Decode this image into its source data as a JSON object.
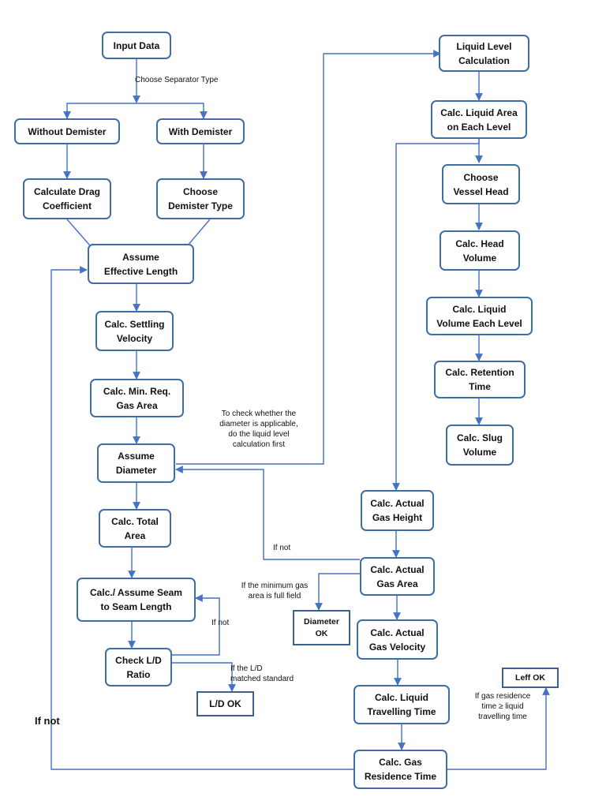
{
  "colors": {
    "line": "#4472c4",
    "border": "#3f6ea6",
    "text": "#111111"
  },
  "nodes": {
    "input_data": "Input Data",
    "without_demister": "Without Demister",
    "with_demister": "With Demister",
    "calc_drag": "Calculate Drag\nCoefficient",
    "choose_demister": "Choose\nDemister Type",
    "assume_length": "Assume\nEffective Length",
    "settling_velocity": "Calc. Settling\nVelocity",
    "min_gas_area": "Calc. Min. Req.\nGas Area",
    "assume_diameter": "Assume\nDiameter",
    "total_area": "Calc. Total\nArea",
    "seam_length": "Calc./ Assume Seam\nto Seam Length",
    "check_ld": "Check L/D\nRatio",
    "ld_ok": "L/D OK",
    "liquid_level": "Liquid Level\nCalculation",
    "liquid_area": "Calc. Liquid Area\non Each Level",
    "vessel_head": "Choose\nVessel Head",
    "head_volume": "Calc. Head\nVolume",
    "liquid_volume": "Calc. Liquid\nVolume Each Level",
    "retention_time": "Calc. Retention\nTime",
    "slug_volume": "Calc. Slug\nVolume",
    "gas_height": "Calc. Actual\nGas Height",
    "gas_area": "Calc. Actual\nGas Area",
    "diameter_ok": "Diameter\nOK",
    "gas_velocity": "Calc. Actual\nGas Velocity",
    "liquid_travel": "Calc. Liquid\nTravelling Time",
    "gas_residence": "Calc. Gas\nResidence Time",
    "leff_ok": "Leff OK"
  },
  "labels": {
    "choose_separator": "Choose Separator Type",
    "check_diameter": "To check whether the\ndiameter is applicable,\ndo the liquid level\ncalculation first",
    "if_not_diameter": "If not",
    "min_gas_full": "If the minimum gas\narea is full field",
    "if_not_ld": "If not",
    "ld_matched": "If the L/D\nmatched standard",
    "residence_cond": "If gas residence\ntime ≥ liquid\ntravelling time",
    "if_not_loop": "If not"
  }
}
